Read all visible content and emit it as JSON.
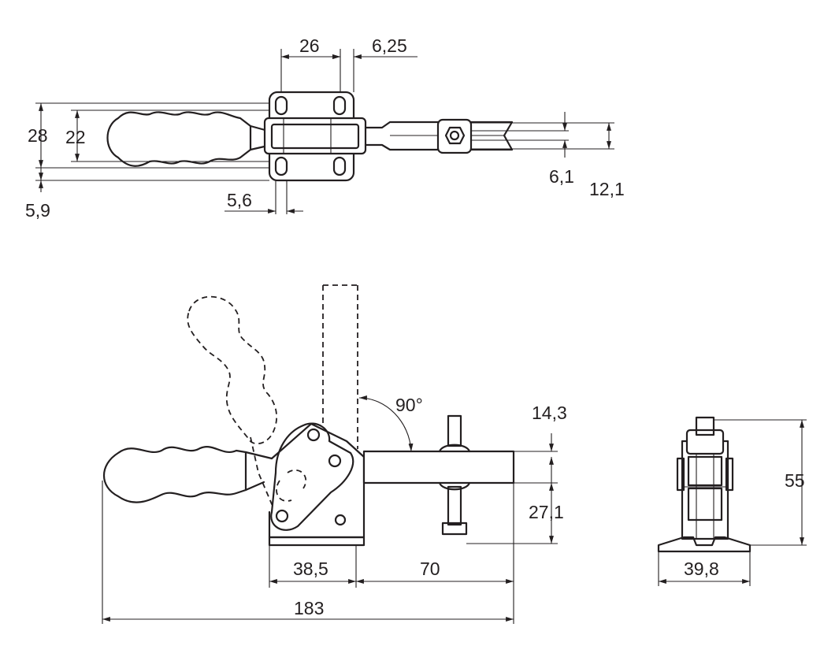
{
  "colors": {
    "line": "#231f20",
    "background": "#ffffff"
  },
  "top_view": {
    "dim_26": "26",
    "dim_6_25": "6,25",
    "dim_28": "28",
    "dim_22": "22",
    "dim_5_9": "5,9",
    "dim_5_6": "5,6",
    "dim_6_1": "6,1",
    "dim_12_1": "12,1"
  },
  "side_view": {
    "angle_90": "90°",
    "dim_14_3": "14,3",
    "dim_27_1": "27,1",
    "dim_38_5": "38,5",
    "dim_70": "70",
    "dim_183": "183"
  },
  "end_view": {
    "dim_55": "55",
    "dim_39_8": "39,8"
  }
}
